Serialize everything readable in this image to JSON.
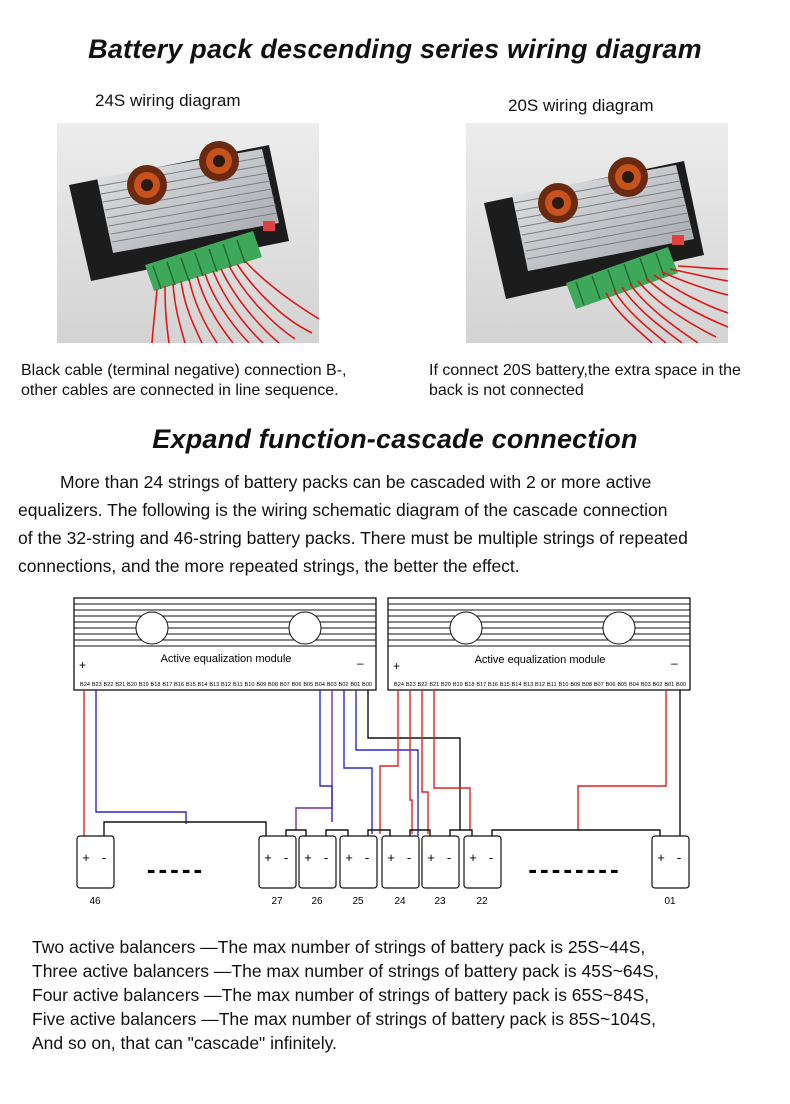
{
  "title_main": "Battery pack descending series wiring diagram",
  "section_24s": {
    "caption": "24S wiring diagram",
    "note": [
      "Black cable (terminal negative) connection B-,",
      "other cables are connected in line sequence."
    ]
  },
  "section_20s": {
    "caption": "20S wiring diagram",
    "note": [
      "If connect 20S battery,the extra space in the",
      "back is not connected"
    ]
  },
  "title_expand": "Expand function-cascade connection",
  "paragraph": [
    "More than 24 strings of battery packs can be cascaded with 2 or more active",
    "equalizers. The following is the wiring schematic diagram of the cascade connection",
    "of the 32-string and 46-string battery packs. There must be multiple strings of repeated",
    "connections, and the more repeated strings, the better the effect."
  ],
  "module": {
    "label": "Active equalization module",
    "plus": "+",
    "minus": "–",
    "pins": [
      "B24",
      "B23",
      "B22",
      "B21",
      "B20",
      "B19",
      "B18",
      "B17",
      "B16",
      "B15",
      "B14",
      "B13",
      "B12",
      "B11",
      "B10",
      "B09",
      "B08",
      "B07",
      "B06",
      "B05",
      "B04",
      "B03",
      "B02",
      "B01",
      "B00"
    ]
  },
  "batteries": {
    "terminal_plus": "+",
    "terminal_minus": "-",
    "labels": [
      "46",
      "27",
      "26",
      "25",
      "24",
      "23",
      "22",
      "01"
    ],
    "dashes": "-----",
    "dashes_right": "--------"
  },
  "colors": {
    "red": "#e02020",
    "blue": "#2a2ad0",
    "purple": "#7a2a9a",
    "black": "#111111"
  },
  "list": [
    "Two active balancers —The max number of strings of battery pack is 25S~44S,",
    "Three active balancers —The max number of strings of battery pack is 45S~64S,",
    "Four active balancers —The max number of strings of battery pack is 65S~84S,",
    "Five active balancers —The max number of strings of battery pack is 85S~104S,",
    "And so on, that can \"cascade\" infinitely."
  ]
}
